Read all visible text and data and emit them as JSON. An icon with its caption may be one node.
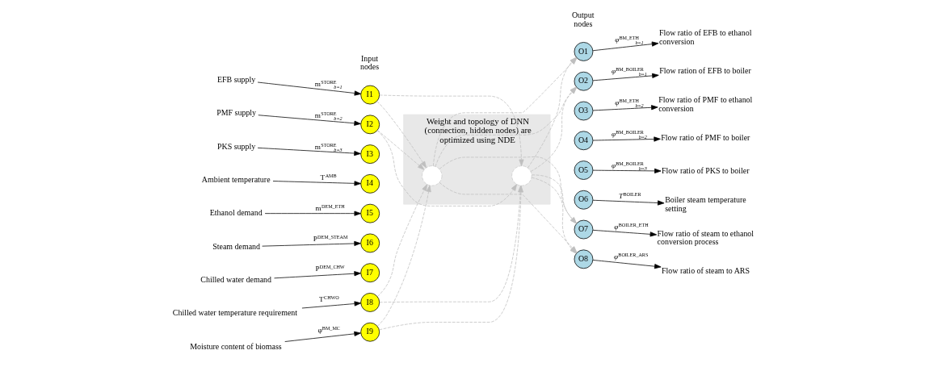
{
  "diagram": {
    "nodes": [
      {
        "text": [
          "EFB supply"
        ]
      },
      {
        "text": [
          "PMF supply"
        ]
      },
      {
        "text": [
          "PKS supply"
        ]
      },
      {
        "text": [
          "Ambient temperature"
        ]
      },
      {
        "text": [
          "Ethanol demand"
        ]
      },
      {
        "text": [
          "Steam demand"
        ]
      },
      {
        "text": [
          "Chilled water demand"
        ]
      },
      {
        "text": [
          "Chilled water temperature requirement"
        ]
      },
      {
        "text": [
          "Moisture content of biomass"
        ]
      },
      {
        "text": [
          "I1"
        ]
      },
      {
        "text": [
          "I2"
        ]
      },
      {
        "text": [
          "I3"
        ]
      },
      {
        "text": [
          "I4"
        ]
      },
      {
        "text": [
          "I5"
        ]
      },
      {
        "text": [
          "I6"
        ]
      },
      {
        "text": [
          "I7"
        ]
      },
      {
        "text": [
          "I8"
        ]
      },
      {
        "text": [
          "I9"
        ]
      },
      {
        "text": [
          "Weight and topology of DNN (connection, hidden nodes) are optimized using NDE"
        ]
      },
      {
        "text": [],
        "shape": "circle",
        "in": 18
      },
      {
        "text": [],
        "shape": "circle",
        "in": 18
      },
      {
        "text": [
          "O1"
        ]
      },
      {
        "text": [
          "O2"
        ]
      },
      {
        "text": [
          "O3"
        ]
      },
      {
        "text": [
          "O4"
        ]
      },
      {
        "text": [
          "O5"
        ]
      },
      {
        "text": [
          "O6"
        ]
      },
      {
        "text": [
          "O7"
        ]
      },
      {
        "text": [
          "O8"
        ]
      },
      {
        "text": [
          "Flow ratio of EFB to ethanol conversion"
        ]
      },
      {
        "text": [
          "Flow ration of EFB to boiler"
        ]
      },
      {
        "text": [
          "Flow ratio of PMF to ethanol conversion"
        ]
      },
      {
        "text": [
          "Flow ratio of PMF to boiler"
        ]
      },
      {
        "text": [
          "Flow ratio of PKS to boiler"
        ]
      },
      {
        "text": [
          "Boiler steam temperature setting"
        ]
      },
      {
        "text": [
          "Flow ratio of steam to ethanol conversion process"
        ]
      },
      {
        "text": [
          "Flow ratio of steam to ARS"
        ]
      }
    ],
    "edges": [
      {
        "from": 0,
        "to": 9,
        "arrow": "to",
        "label": "m$^{STORE}$$_{b=1}$"
      },
      {
        "from": 1,
        "to": 10,
        "arrow": "to",
        "label": "m$^{STORE}$$_{b=2}$"
      },
      {
        "from": 2,
        "to": 11,
        "arrow": "to",
        "label": "m$^{STORE}$$_{b=3}$"
      },
      {
        "from": 3,
        "to": 12,
        "arrow": "to",
        "label": "T$^{AMB}$"
      },
      {
        "from": 4,
        "to": 13,
        "arrow": "to",
        "label": "m$^{DEM_ETH}$"
      },
      {
        "from": 5,
        "to": 14,
        "arrow": "to",
        "label": "P$^{DEM_STEAM}$"
      },
      {
        "from": 6,
        "to": 15,
        "arrow": "to",
        "label": "P$^{DEM_CHW}$"
      },
      {
        "from": 7,
        "to": 16,
        "arrow": "to",
        "label": "T$^{CHWO}$"
      },
      {
        "from": 8,
        "to": 17,
        "arrow": "to",
        "label": "φ$^{BM_MC}$"
      },
      {
        "from": 9,
        "to": 19,
        "arrow": "to",
        "style": "dashed",
        "color": "#bfbfbf"
      },
      {
        "from": 9,
        "to": 20,
        "arrow": "to",
        "style": "dashed",
        "color": "#bfbfbf"
      },
      {
        "from": 10,
        "to": 19,
        "arrow": "to",
        "style": "dashed",
        "color": "#bfbfbf"
      },
      {
        "from": 10,
        "to": 20,
        "arrow": "to",
        "style": "dashed",
        "color": "#bfbfbf"
      },
      {
        "from": 16,
        "to": 19,
        "arrow": "to",
        "style": "dashed",
        "color": "#bfbfbf"
      },
      {
        "from": 16,
        "to": 20,
        "arrow": "to",
        "style": "dashed",
        "color": "#bfbfbf"
      },
      {
        "from": 17,
        "to": 19,
        "arrow": "to",
        "style": "dashed",
        "color": "#bfbfbf"
      },
      {
        "from": 17,
        "to": 20,
        "arrow": "to",
        "style": "dashed",
        "color": "#bfbfbf"
      },
      {
        "from": 19,
        "to": 21,
        "arrow": "to",
        "style": "dashed",
        "color": "#bfbfbf"
      },
      {
        "from": 19,
        "to": 22,
        "arrow": "to",
        "style": "dashed",
        "color": "#bfbfbf"
      },
      {
        "from": 19,
        "to": 27,
        "arrow": "to",
        "style": "dashed",
        "color": "#bfbfbf"
      },
      {
        "from": 19,
        "to": 28,
        "arrow": "to",
        "style": "dashed",
        "color": "#bfbfbf"
      },
      {
        "from": 20,
        "to": 21,
        "arrow": "to",
        "style": "dashed",
        "color": "#bfbfbf"
      },
      {
        "from": 20,
        "to": 22,
        "arrow": "to",
        "style": "dashed",
        "color": "#bfbfbf"
      },
      {
        "from": 20,
        "to": 27,
        "arrow": "to",
        "style": "dashed",
        "color": "#bfbfbf"
      },
      {
        "from": 20,
        "to": 28,
        "arrow": "to",
        "style": "dashed",
        "color": "#bfbfbf"
      },
      {
        "from": 21,
        "to": 29,
        "arrow": "to",
        "label": "*φ*$^{BM_ETH}$$_{b=1}$"
      },
      {
        "from": 22,
        "to": 30,
        "arrow": "to",
        "label": "*φ*$^{BM_BOILER}$$_{b=1}$"
      },
      {
        "from": 23,
        "to": 31,
        "arrow": "to",
        "label": "*φ*$^{BM_ETH}$$_{b=2}$"
      },
      {
        "from": 24,
        "to": 32,
        "arrow": "to",
        "label": "*φ*$^{BM_BOILER}$$_{b=2}$"
      },
      {
        "from": 25,
        "to": 33,
        "arrow": "to",
        "label": "*φ*$^{BM_BOILER}$$_{b=3}$"
      },
      {
        "from": 26,
        "to": 34,
        "arrow": "to",
        "label": "*T*$^{BOILER}$"
      },
      {
        "from": 27,
        "to": 35,
        "arrow": "to",
        "label": "*φ*$^{BOILER_ETH}$"
      },
      {
        "from": 28,
        "to": 36,
        "arrow": "to",
        "label": "*φ*$^{BOILER_ARS}$"
      }
    ],
    "labels": [
      "Input nodes",
      "Output nodes"
    ]
  }
}
